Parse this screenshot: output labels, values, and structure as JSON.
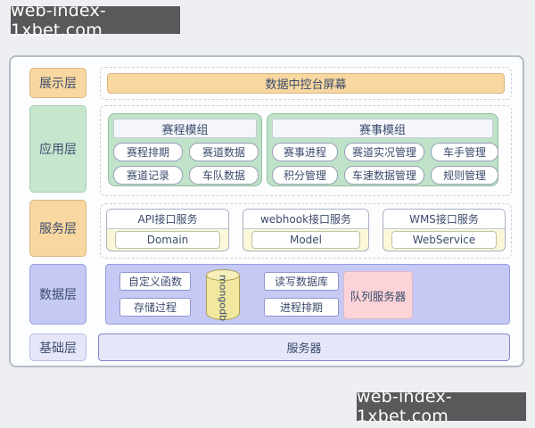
{
  "watermarks": {
    "top": "web-index-1xbet.com",
    "bottom": "web-index-1xbet.com"
  },
  "layers": {
    "presentation": {
      "label": "展示层",
      "screen": "数据中控台屏幕"
    },
    "application": {
      "label": "应用层",
      "modules": [
        {
          "title": "赛程模组",
          "items": [
            "赛程排期",
            "赛道数据",
            "赛道记录",
            "车队数据"
          ]
        },
        {
          "title": "赛事模组",
          "items": [
            "赛事进程",
            "赛道实况管理",
            "车手管理",
            "积分管理",
            "车速数据管理",
            "规则管理"
          ]
        }
      ]
    },
    "service": {
      "label": "服务层",
      "services": [
        {
          "title": "API接口服务",
          "component": "Domain"
        },
        {
          "title": "webhook接口服务",
          "component": "Model"
        },
        {
          "title": "WMS接口服务",
          "component": "WebService"
        }
      ]
    },
    "data": {
      "label": "数据层",
      "left_items": [
        "自定义函数",
        "存储过程"
      ],
      "database": "mongodb",
      "right_items": [
        "读写数据库",
        "进程排期"
      ],
      "queue": "队列服务器"
    },
    "base": {
      "label": "基础层",
      "server": "服务器"
    }
  },
  "colors": {
    "page_background": "#edeff2",
    "watermark_background": "#58595b",
    "orange": "#f8d8a0",
    "green": "#bfe2c8",
    "purple": "#c5c9f3",
    "light_purple": "#e5e7f8",
    "pink": "#fcd4d8",
    "pale_yellow": "#faf8d9",
    "cylinder_yellow": "#f1e79e",
    "text": "#3c4b6d"
  }
}
